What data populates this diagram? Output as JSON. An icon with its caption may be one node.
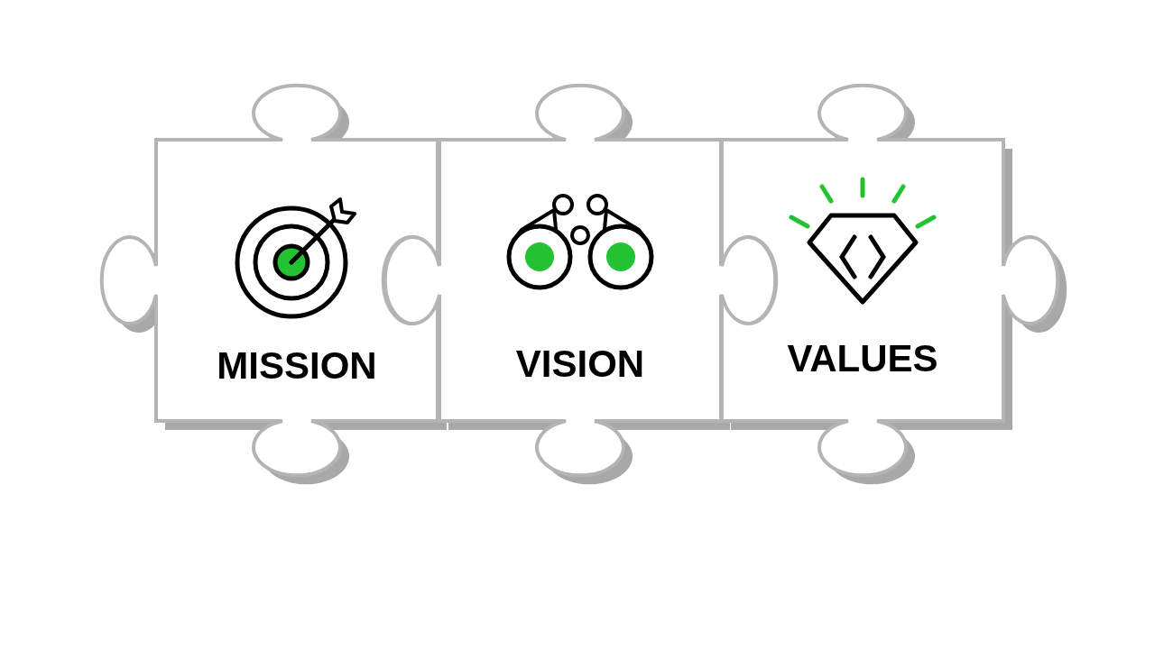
{
  "diagram": {
    "nodes": [
      {
        "text": [
          "MISSION"
        ]
      },
      {
        "text": [
          "VISION"
        ]
      },
      {
        "text": [
          "VALUES"
        ]
      }
    ]
  }
}
